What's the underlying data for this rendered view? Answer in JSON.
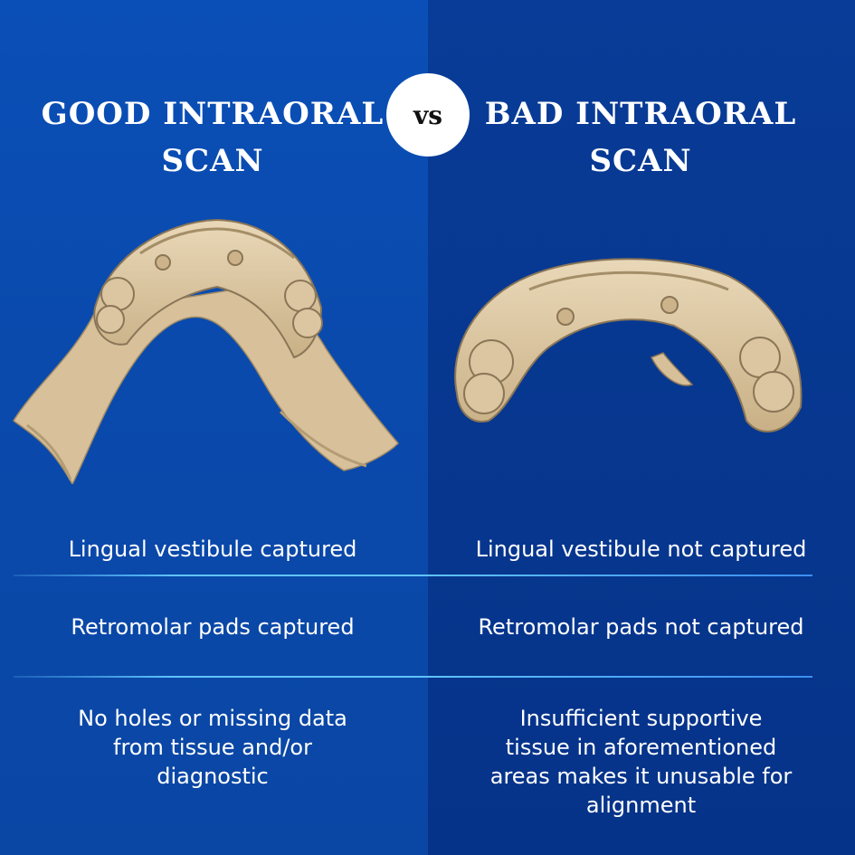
{
  "header": {
    "left_title": "GOOD INTRAORAL\nSCAN",
    "right_title": "BAD INTRAORAL\nSCAN",
    "vs_label": "vs"
  },
  "images": {
    "left_icon": "lower-jaw-scan-with-soft-tissue",
    "right_icon": "lower-jaw-scan-without-soft-tissue"
  },
  "rows": [
    {
      "good": "Lingual vestibule captured",
      "bad": "Lingual vestibule not captured"
    },
    {
      "good": "Retromolar pads captured",
      "bad": "Retromolar pads not captured"
    },
    {
      "good": "No holes or missing data\nfrom tissue and/or\ndiagnostic",
      "bad": "Insufficient supportive\ntissue in aforementioned\nareas makes it unusable for\nalignment"
    }
  ],
  "colors": {
    "left_panel": "#0a4aad",
    "right_panel": "#07378f",
    "divider": "#5fc4ff",
    "scan_fill": "#d9c3a0",
    "scan_shadow": "#8a7657"
  }
}
